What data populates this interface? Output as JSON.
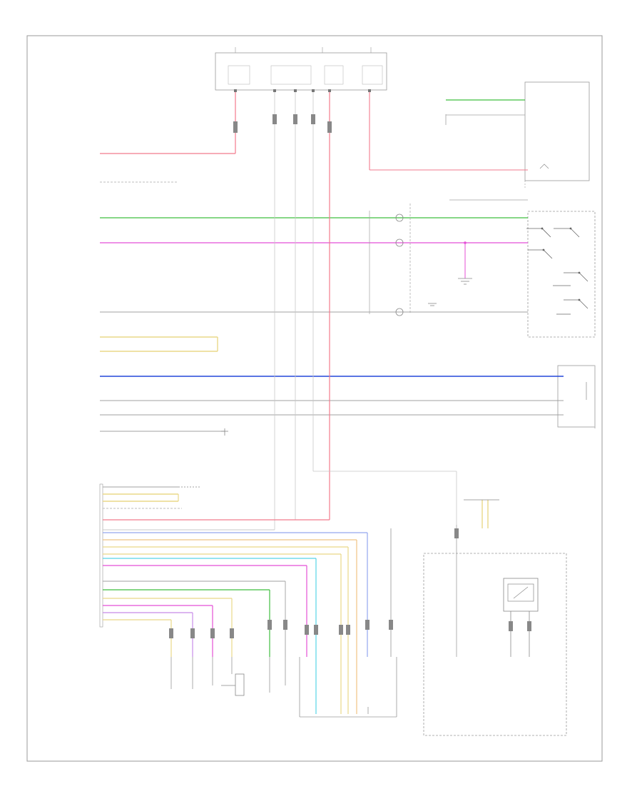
{
  "figure": {
    "ref_code": ""
  },
  "colors": {
    "red": "#e8242d",
    "pink": "#f060a8",
    "magenta": "#e44fd6",
    "green": "#3fbf3f",
    "blue": "#2346d8",
    "lightblue": "#93a6ee",
    "yellow": "#ead888",
    "tan": "#d9b867",
    "orange": "#efc384",
    "cyan": "#57d4e6",
    "violet": "#c78be8",
    "grey": "#a9a9a9",
    "black": "#555555"
  },
  "icons": [
    "ground-symbol",
    "switch-contacts",
    "connector-pins",
    "splice-dot"
  ]
}
